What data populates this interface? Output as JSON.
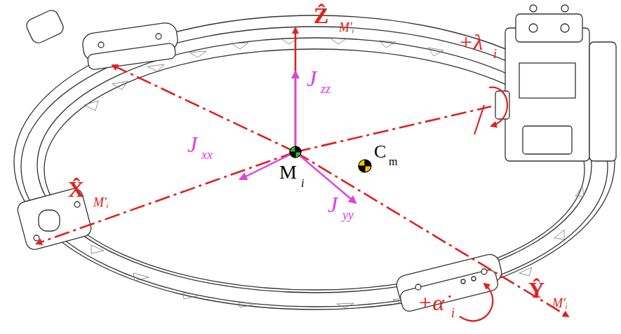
{
  "diagram": {
    "labels": [
      "Ẑ",
      "M′ᵢ",
      "J",
      "zz",
      "+λ",
      "i",
      "J",
      "xx",
      "X̂",
      "M′ᵢ",
      "M⃗",
      "i",
      "C⃗",
      "m",
      "J",
      "yy",
      "Ŷ",
      "M′ᵢ",
      "+α̇",
      "i"
    ]
  }
}
